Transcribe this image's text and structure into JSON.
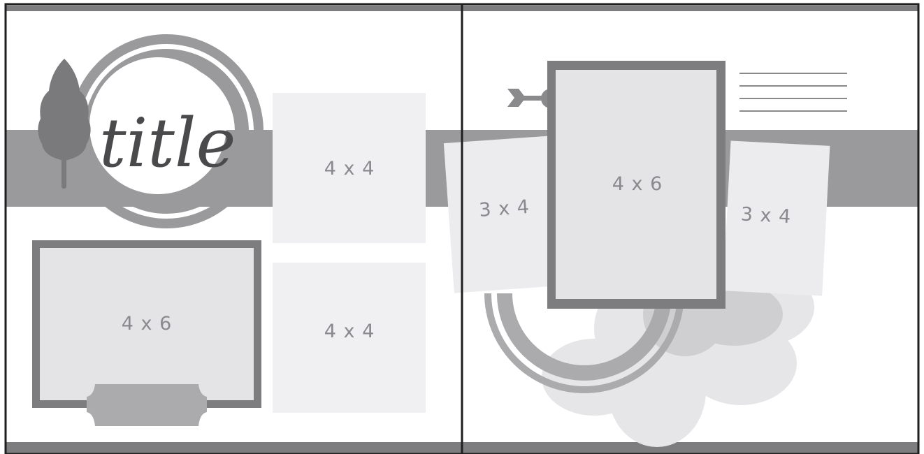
{
  "layout_title": "title",
  "left_page": {
    "photo_large": "4 x 6",
    "photo_top": "4 x 4",
    "photo_bottom": "4 x 4"
  },
  "right_page": {
    "photo_center": "4 x 6",
    "photo_left": "3 x 4",
    "photo_right": "3 x 4"
  }
}
